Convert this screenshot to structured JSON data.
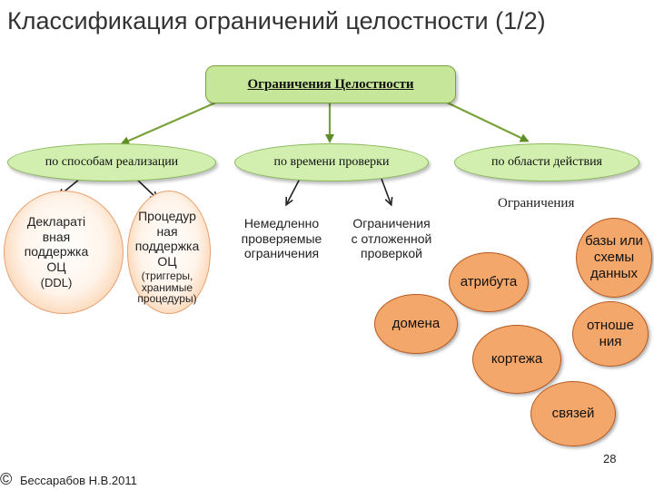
{
  "title": "Классификация ограничений целостности (1/2)",
  "root": "Ограничения Целостности",
  "categories": {
    "by_implementation": "по способам реализации",
    "by_time": "по времени проверки",
    "by_scope": "по области действия"
  },
  "implementation": {
    "declarative": [
      "Деклараті",
      "вная",
      "поддержка",
      "ОЦ"
    ],
    "declarative_note": "(DDL)",
    "procedural": [
      "Процедур",
      "ная",
      "поддержка",
      "ОЦ"
    ],
    "procedural_note": [
      "(триггеры,",
      "хранимые",
      "процедуры)"
    ]
  },
  "time": {
    "immediate": [
      "Немедленно",
      "проверяемые",
      "ограничения"
    ],
    "deferred": [
      "Ограничения",
      "с отложенной",
      "проверкой"
    ]
  },
  "scope": {
    "label": "Ограничения",
    "items": {
      "domain": "домена",
      "attribute": "атрибута",
      "tuple": "кортежа",
      "relation": [
        "отноше",
        "ния"
      ],
      "database": [
        "базы или",
        "схемы",
        "данных"
      ],
      "links": "связей"
    }
  },
  "page_number": "28",
  "copyright_symbol": "©",
  "author": "Бессарабов Н.В.2011",
  "colors": {
    "green_box": "#c6e79a",
    "green_ellipse": "#d2efb0",
    "orange_oval": "#f4a76a",
    "arrow": "#7aa23a"
  }
}
